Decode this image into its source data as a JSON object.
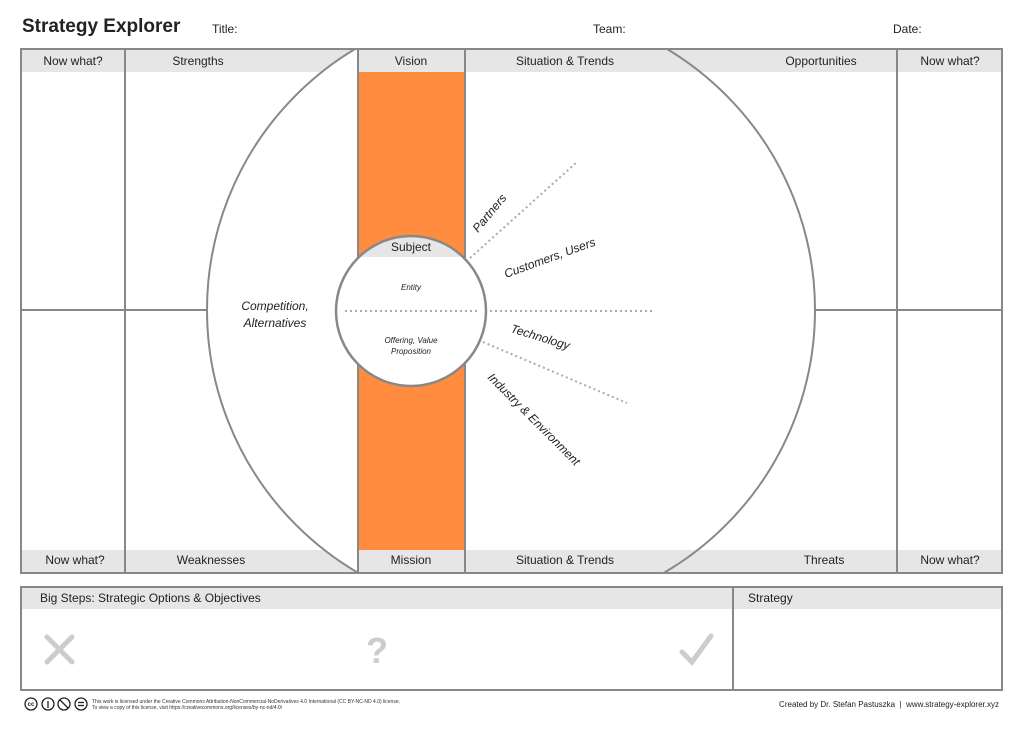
{
  "header": {
    "title": "Strategy Explorer",
    "title_label": "Title:",
    "team_label": "Team:",
    "date_label": "Date:"
  },
  "canvas": {
    "top_headers": [
      "Now what?",
      "Strengths",
      "Vision",
      "Situation & Trends",
      "Opportunities",
      "Now what?"
    ],
    "bottom_headers": [
      "Now what?",
      "Weaknesses",
      "Mission",
      "Situation & Trends",
      "Threats",
      "Now what?"
    ],
    "competition": [
      "Competition,",
      "Alternatives"
    ],
    "subject": "Subject",
    "entity": "Entity",
    "offering": [
      "Offering, Value",
      "Proposition"
    ],
    "rays": [
      "Partners",
      "Customers, Users",
      "Technology",
      "Industry & Environment"
    ],
    "accent_color": "#ff8c3f"
  },
  "bottom": {
    "big_steps": "Big Steps: Strategic Options & Objectives",
    "strategy": "Strategy",
    "icons": [
      "cross-icon",
      "question-icon",
      "check-icon"
    ]
  },
  "footer": {
    "license_line1": "This work is licensed under the Creative Commons Attribution-NonCommercial-NoDerivatives 4.0 International (CC BY-NC-ND 4.0) license.",
    "license_line2": "To view a copy of this license, visit https://creativecommons.org/licenses/by-nc-nd/4.0/",
    "credit": "Created by Dr. Stefan Pastuszka  |  www.strategy-explorer.xyz"
  }
}
